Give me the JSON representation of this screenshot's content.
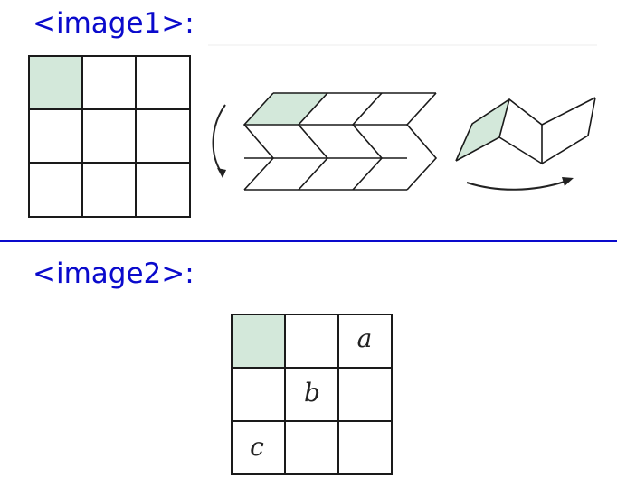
{
  "labels": {
    "image1": "<image1>:",
    "image2": "<image2>:"
  },
  "colors": {
    "label": "#0a0acc",
    "divider": "#0a0acc",
    "shaded_cell": "#d3e8da",
    "grid_line": "#1a1a1a"
  },
  "image1": {
    "grid_rows": 3,
    "grid_cols": 3,
    "shaded_cell": [
      0,
      0
    ],
    "steps": [
      "grid",
      "rotate-arrow",
      "chevron-strip",
      "zigzag-fold",
      "curved-arrow"
    ]
  },
  "image2": {
    "grid_rows": 3,
    "grid_cols": 3,
    "shaded_cell": [
      0,
      0
    ],
    "letters": [
      {
        "text": "a",
        "row": 0,
        "col": 2
      },
      {
        "text": "b",
        "row": 1,
        "col": 1
      },
      {
        "text": "c",
        "row": 2,
        "col": 0
      }
    ]
  }
}
